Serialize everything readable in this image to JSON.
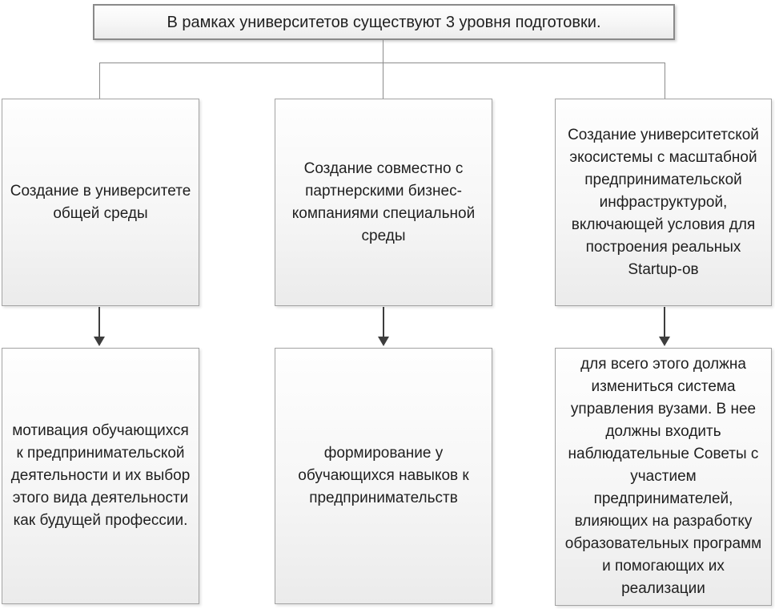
{
  "diagram": {
    "root": {
      "text": "В рамках университетов существуют 3 уровня подготовки."
    },
    "columns": [
      {
        "top": "Создание в университете общей среды",
        "bottom": "мотивация обучающихся к предпринимательской деятельности и их выбор этого вида деятельности как будущей профессии."
      },
      {
        "top": "Создание совместно с партнерскими бизнес-компаниями специальной среды",
        "bottom": "формирование у обучающихся навыков к предпринимательств"
      },
      {
        "top": "Создание университетской экосистемы с масштабной предпринимательской инфраструктурой, включающей условия для построения реальных Startup-ов",
        "bottom": "для всего этого должна измениться система управления вузами. В нее должны входить наблюдательные Советы с участием предпринимателей, влияющих на разработку образовательных программ и помогающих их реализации"
      }
    ],
    "colors": {
      "box_border": "#a3a3a3",
      "box_fill_top": "#fefefe",
      "box_fill_bottom": "#ebebeb",
      "text": "#1f1f1f",
      "connector_line": "#8c8c8c",
      "arrow": "#3d3d3d"
    }
  }
}
